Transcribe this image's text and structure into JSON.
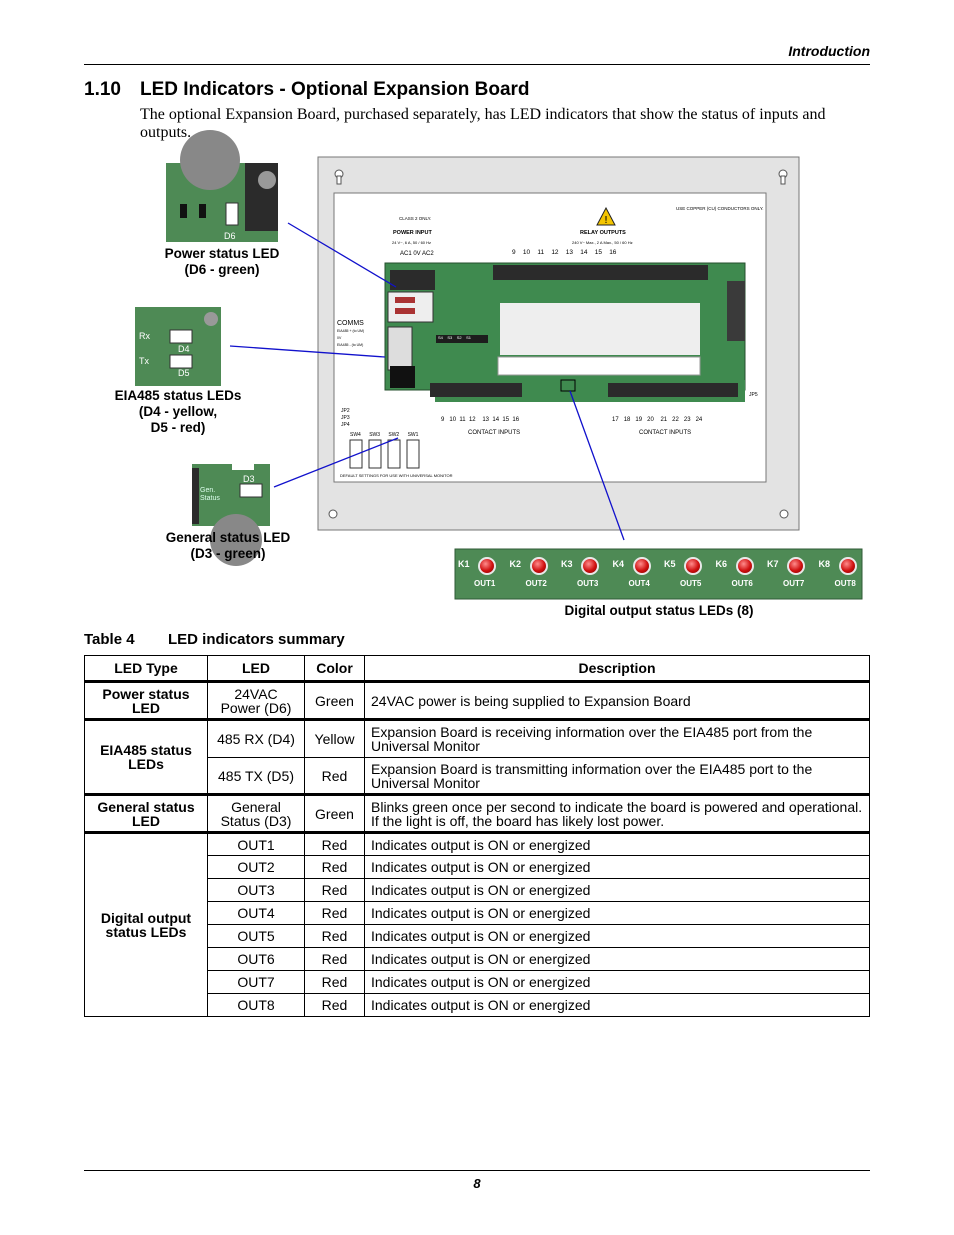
{
  "header": {
    "section_name": "Introduction"
  },
  "heading": {
    "number": "1.10",
    "title": "LED Indicators - Optional Expansion Board"
  },
  "intro_text": "The optional Expansion Board, purchased separately, has LED indicators that show the status of inputs and outputs.",
  "figure": {
    "callouts": {
      "power_label_1": "Power status LED",
      "power_label_2": "(D6 - green)",
      "eia_label_1": "EIA485 status LEDs",
      "eia_label_2": "(D4 - yellow,",
      "eia_label_3": "D5 - red)",
      "general_label_1": "General status LED",
      "general_label_2": "(D3 - green)",
      "digital_label": "Digital output status LEDs (8)"
    },
    "insets": {
      "d6": "D6",
      "rx": "Rx",
      "tx": "Tx",
      "d4": "D4",
      "d5": "D5",
      "d3": "D3",
      "gen": "Gen.",
      "status": "Status"
    },
    "board": {
      "class2": "CLASS 2 ONLY.",
      "use_copper": "USE COPPER (CU) CONDUCTORS ONLY.",
      "power_input": "POWER INPUT",
      "power_spec": "24 V~, 6 A, 50 / 60 Hz",
      "ac_labels": "AC1  0V  AC2",
      "relay_outputs": "RELAY OUTPUTS",
      "relay_spec": "240 V~ Max., 2 A Max., 50 / 60 Hz",
      "top_terms": [
        "9",
        "10",
        "11",
        "12",
        "13",
        "14",
        "15",
        "16"
      ],
      "comms": "COMMS",
      "comms_1": "EIA485 + (to UM)",
      "comms_2": "0V",
      "comms_3": "EIA485 - (to UM)",
      "switch_tags": [
        "S4",
        "S3",
        "S2",
        "S1"
      ],
      "jumpers": [
        "JP2",
        "JP3",
        "JP4"
      ],
      "sw_labels": [
        "SW4",
        "SW3",
        "SW2",
        "SW1"
      ],
      "default_settings": "DEFAULT SETTINGS FOR USE WITH UNIVERSAL MONITOR",
      "bottom_terms_left": [
        "9",
        "10",
        "11",
        "12",
        "13",
        "14",
        "15",
        "16"
      ],
      "bottom_terms_right": [
        "17",
        "18",
        "19",
        "20",
        "21",
        "22",
        "23",
        "24"
      ],
      "contact_inputs": "CONTACT INPUTS",
      "jp5": "JP5"
    },
    "leds": [
      {
        "k": "K1",
        "out": "OUT1"
      },
      {
        "k": "K2",
        "out": "OUT2"
      },
      {
        "k": "K3",
        "out": "OUT3"
      },
      {
        "k": "K4",
        "out": "OUT4"
      },
      {
        "k": "K5",
        "out": "OUT5"
      },
      {
        "k": "K6",
        "out": "OUT6"
      },
      {
        "k": "K7",
        "out": "OUT7"
      },
      {
        "k": "K8",
        "out": "OUT8"
      }
    ]
  },
  "table_caption": {
    "label": "Table 4",
    "title": "LED indicators summary"
  },
  "table": {
    "headers": [
      "LED Type",
      "LED",
      "Color",
      "Description"
    ],
    "groups": {
      "power": "Power status LED",
      "eia": "EIA485 status LEDs",
      "general": "General status LED",
      "digital": "Digital output status LEDs"
    },
    "rows": [
      {
        "led": "24VAC Power (D6)",
        "color": "Green",
        "desc": "24VAC power is being supplied to Expansion Board"
      },
      {
        "led": "485 RX (D4)",
        "color": "Yellow",
        "desc": "Expansion Board is receiving information over the EIA485 port from the Universal Monitor"
      },
      {
        "led": "485 TX (D5)",
        "color": "Red",
        "desc": "Expansion Board is transmitting information over the EIA485 port to the Universal Monitor"
      },
      {
        "led": "General Status (D3)",
        "color": "Green",
        "desc": "Blinks green once per second to indicate the board is powered and operational. If the light is off, the board has likely lost power."
      },
      {
        "led": "OUT1",
        "color": "Red",
        "desc": "Indicates output is ON or energized"
      },
      {
        "led": "OUT2",
        "color": "Red",
        "desc": "Indicates output is ON or energized"
      },
      {
        "led": "OUT3",
        "color": "Red",
        "desc": "Indicates output is ON or energized"
      },
      {
        "led": "OUT4",
        "color": "Red",
        "desc": "Indicates output is ON or energized"
      },
      {
        "led": "OUT5",
        "color": "Red",
        "desc": "Indicates output is ON or energized"
      },
      {
        "led": "OUT6",
        "color": "Red",
        "desc": "Indicates output is ON or energized"
      },
      {
        "led": "OUT7",
        "color": "Red",
        "desc": "Indicates output is ON or energized"
      },
      {
        "led": "OUT8",
        "color": "Red",
        "desc": "Indicates output is ON or energized"
      }
    ]
  },
  "footer": {
    "page_number": "8"
  }
}
